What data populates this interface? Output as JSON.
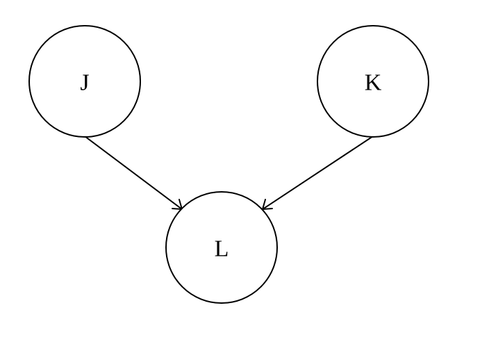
{
  "nodes": [
    {
      "id": "J",
      "label": "J"
    },
    {
      "id": "K",
      "label": "K"
    },
    {
      "id": "L",
      "label": "L"
    }
  ],
  "edges": [
    {
      "from": "J",
      "to": "L"
    },
    {
      "from": "K",
      "to": "L"
    }
  ]
}
